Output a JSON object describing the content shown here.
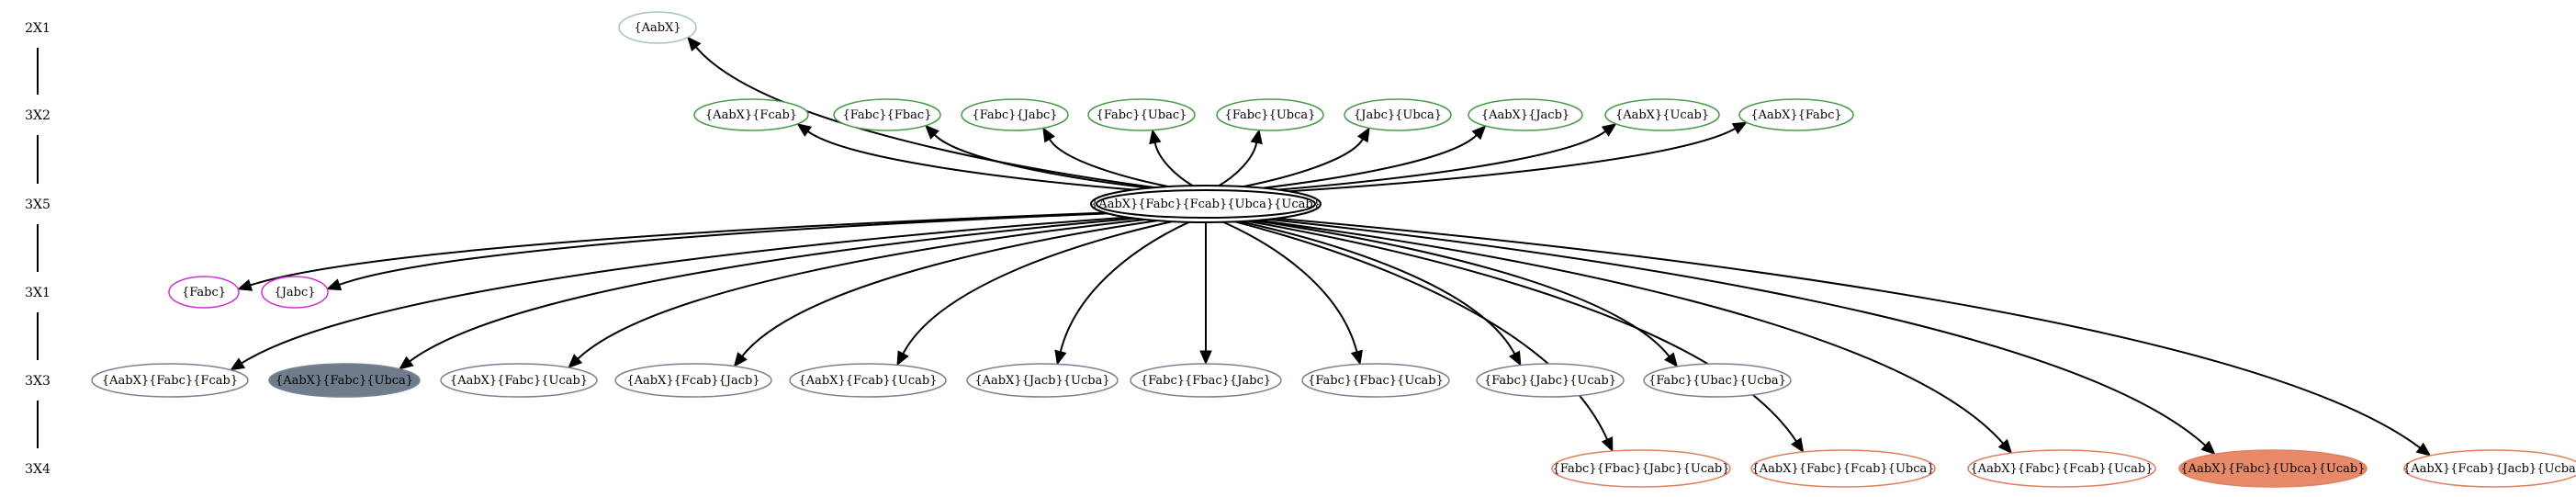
{
  "rank_labels": [
    "2X1",
    "3X2",
    "3X5",
    "3X1",
    "3X3",
    "3X4"
  ],
  "colors": {
    "green": "#4a9a4a",
    "magenta": "#cc33cc",
    "slate": "#7a8294",
    "slate_fill": "#6e7c8c",
    "salmon": "#e0805e",
    "salmon_fill": "#e8896a",
    "pale": "#a8c0c0"
  },
  "nodes": [
    {
      "id": "n_2x1",
      "label": "{AabX}",
      "style": "pale"
    },
    {
      "id": "n_3x2_1",
      "label": "{AabX}{Fcab}",
      "style": "green"
    },
    {
      "id": "n_3x2_2",
      "label": "{Fabc}{Fbac}",
      "style": "green"
    },
    {
      "id": "n_3x2_3",
      "label": "{Fabc}{Jabc}",
      "style": "green"
    },
    {
      "id": "n_3x2_4",
      "label": "{Fabc}{Ubac}",
      "style": "green"
    },
    {
      "id": "n_3x2_5",
      "label": "{Fabc}{Ubca}",
      "style": "green"
    },
    {
      "id": "n_3x2_6",
      "label": "{Jabc}{Ubca}",
      "style": "green"
    },
    {
      "id": "n_3x2_7",
      "label": "{AabX}{Jacb}",
      "style": "green"
    },
    {
      "id": "n_3x2_8",
      "label": "{AabX}{Ucab}",
      "style": "green"
    },
    {
      "id": "n_3x2_9",
      "label": "{AabX}{Fabc}",
      "style": "green"
    },
    {
      "id": "center",
      "label": "{AabX}{Fabc}{Fcab}{Ubca}{Ucab}",
      "style": "double"
    },
    {
      "id": "n_3x1_1",
      "label": "{Fabc}",
      "style": "magenta"
    },
    {
      "id": "n_3x1_2",
      "label": "{Jabc}",
      "style": "magenta"
    },
    {
      "id": "n_3x3_1",
      "label": "{AabX}{Fabc}{Fcab}",
      "style": "slate"
    },
    {
      "id": "n_3x3_2",
      "label": "{AabX}{Fabc}{Ubca}",
      "style": "slate_filled"
    },
    {
      "id": "n_3x3_3",
      "label": "{AabX}{Fabc}{Ucab}",
      "style": "slate"
    },
    {
      "id": "n_3x3_4",
      "label": "{AabX}{Fcab}{Jacb}",
      "style": "slate"
    },
    {
      "id": "n_3x3_5",
      "label": "{AabX}{Fcab}{Ucab}",
      "style": "slate"
    },
    {
      "id": "n_3x3_6",
      "label": "{AabX}{Jacb}{Ucba}",
      "style": "slate"
    },
    {
      "id": "n_3x3_7",
      "label": "{Fabc}{Fbac}{Jabc}",
      "style": "slate"
    },
    {
      "id": "n_3x3_8",
      "label": "{Fabc}{Fbac}{Ucab}",
      "style": "slate"
    },
    {
      "id": "n_3x3_9",
      "label": "{Fabc}{Jabc}{Ucab}",
      "style": "slate"
    },
    {
      "id": "n_3x3_10",
      "label": "{Fabc}{Ubac}{Ucba}",
      "style": "slate"
    },
    {
      "id": "n_3x4_1",
      "label": "{Fabc}{Fbac}{Jabc}{Ucab}",
      "style": "salmon"
    },
    {
      "id": "n_3x4_2",
      "label": "{AabX}{Fabc}{Fcab}{Ubca}",
      "style": "salmon"
    },
    {
      "id": "n_3x4_3",
      "label": "{AabX}{Fabc}{Fcab}{Ucab}",
      "style": "salmon"
    },
    {
      "id": "n_3x4_4",
      "label": "{AabX}{Fabc}{Ubca}{Ucab}",
      "style": "salmon_filled"
    },
    {
      "id": "n_3x4_5",
      "label": "{AabX}{Fcab}{Jacb}{Ucba}",
      "style": "salmon"
    }
  ],
  "edges": [
    {
      "from": "center",
      "to": "n_2x1"
    },
    {
      "from": "center",
      "to": "n_3x2_1"
    },
    {
      "from": "center",
      "to": "n_3x2_2"
    },
    {
      "from": "center",
      "to": "n_3x2_3"
    },
    {
      "from": "center",
      "to": "n_3x2_4"
    },
    {
      "from": "center",
      "to": "n_3x2_5"
    },
    {
      "from": "center",
      "to": "n_3x2_6"
    },
    {
      "from": "center",
      "to": "n_3x2_7"
    },
    {
      "from": "center",
      "to": "n_3x2_8"
    },
    {
      "from": "center",
      "to": "n_3x2_9"
    },
    {
      "from": "center",
      "to": "n_3x1_1"
    },
    {
      "from": "center",
      "to": "n_3x1_2"
    },
    {
      "from": "center",
      "to": "n_3x3_1"
    },
    {
      "from": "center",
      "to": "n_3x3_2"
    },
    {
      "from": "center",
      "to": "n_3x3_3"
    },
    {
      "from": "center",
      "to": "n_3x3_4"
    },
    {
      "from": "center",
      "to": "n_3x3_5"
    },
    {
      "from": "center",
      "to": "n_3x3_6"
    },
    {
      "from": "center",
      "to": "n_3x3_7"
    },
    {
      "from": "center",
      "to": "n_3x3_8"
    },
    {
      "from": "center",
      "to": "n_3x3_9"
    },
    {
      "from": "center",
      "to": "n_3x3_10"
    },
    {
      "from": "center",
      "to": "n_3x4_1"
    },
    {
      "from": "center",
      "to": "n_3x4_2"
    },
    {
      "from": "center",
      "to": "n_3x4_3"
    },
    {
      "from": "center",
      "to": "n_3x4_4"
    },
    {
      "from": "center",
      "to": "n_3x4_5"
    }
  ]
}
